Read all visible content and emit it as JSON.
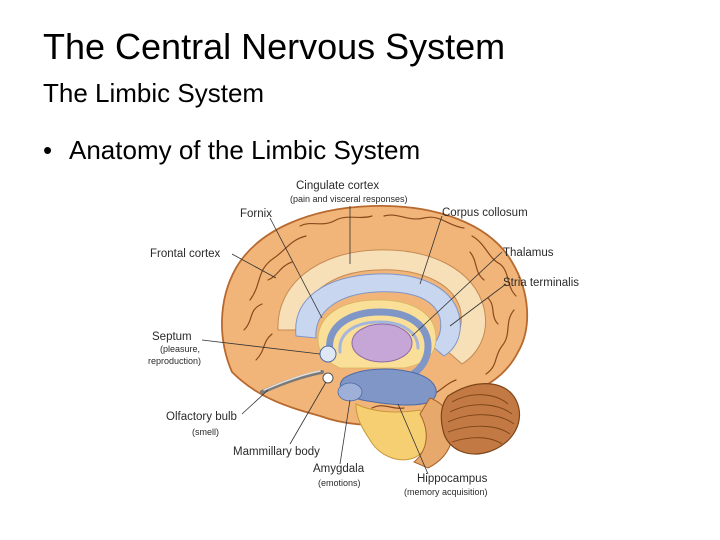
{
  "slide": {
    "title": "The Central Nervous System",
    "subtitle": "The Limbic System",
    "bullet": "Anatomy of the Limbic System"
  },
  "diagram": {
    "labels": {
      "cingulate_cortex": "Cingulate cortex",
      "cingulate_cortex_note": "(pain and visceral responses)",
      "fornix": "Fornix",
      "corpus_collosum": "Corpus collosum",
      "frontal_cortex": "Frontal cortex",
      "thalamus": "Thalamus",
      "stria_terminalis": "Stria terminalis",
      "septum": "Septum",
      "septum_note_1": "(pleasure,",
      "septum_note_2": "reproduction)",
      "olfactory_bulb": "Olfactory bulb",
      "olfactory_bulb_note": "(smell)",
      "mammillary_body": "Mammillary body",
      "amygdala": "Amygdala",
      "amygdala_note": "(emotions)",
      "hippocampus": "Hippocampus",
      "hippocampus_note": "(memory acquisition)"
    },
    "colors": {
      "cortex": "#f1b57a",
      "cortex_outline": "#b8692e",
      "cingulate": "#f7dfb8",
      "corpus_callosum": "#c9d6ef",
      "fornix": "#7f96c7",
      "thalamus": "#c6a6d6",
      "limbic_yellow": "#f9df97",
      "cerebellum": "#c27944",
      "brainstem": "#e7a86c"
    }
  }
}
